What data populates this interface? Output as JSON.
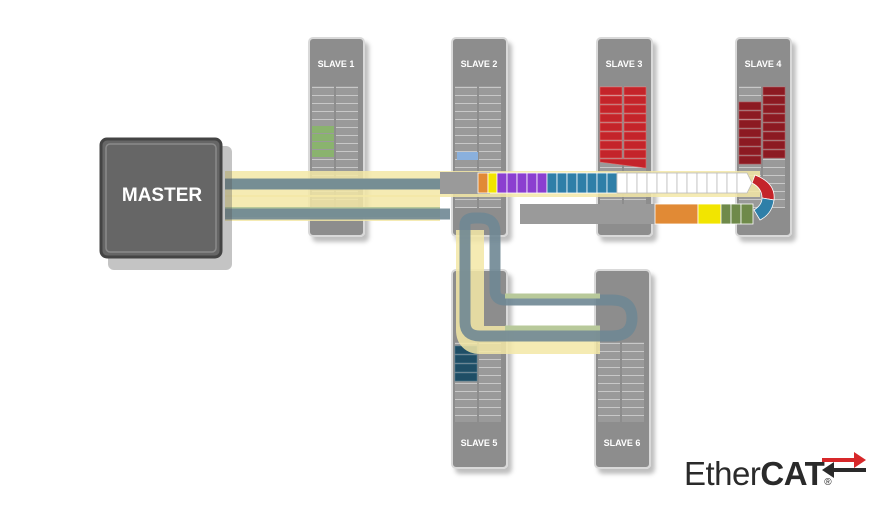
{
  "master": {
    "label": "MASTER"
  },
  "slaves": [
    {
      "label": "SLAVE 1"
    },
    {
      "label": "SLAVE 2"
    },
    {
      "label": "SLAVE 3"
    },
    {
      "label": "SLAVE 4"
    },
    {
      "label": "SLAVE 5"
    },
    {
      "label": "SLAVE 6"
    }
  ],
  "logo": {
    "ether": "Ether",
    "cat": "CAT",
    "reg": "®"
  },
  "colors": {
    "device": "#8d8d8d",
    "master": "#666666",
    "line_yellow": "#f3e7a6",
    "line_green": "#b8c99a",
    "line_blue": "#6f8794",
    "logo_red": "#d7282a",
    "slave1_data": "#8ab36e",
    "slave2_data": "#8ab0dd",
    "slave3_data": "#c4242a",
    "slave4_data": "#8c1a22",
    "slave5_data": "#1f4e66",
    "frame_orange": "#e18a35",
    "frame_yellow": "#f2e500",
    "frame_purple": "#8b3fd0",
    "frame_teal": "#2f7fa8",
    "frame_white": "#ffffff",
    "frame_green": "#6f8a4a"
  }
}
